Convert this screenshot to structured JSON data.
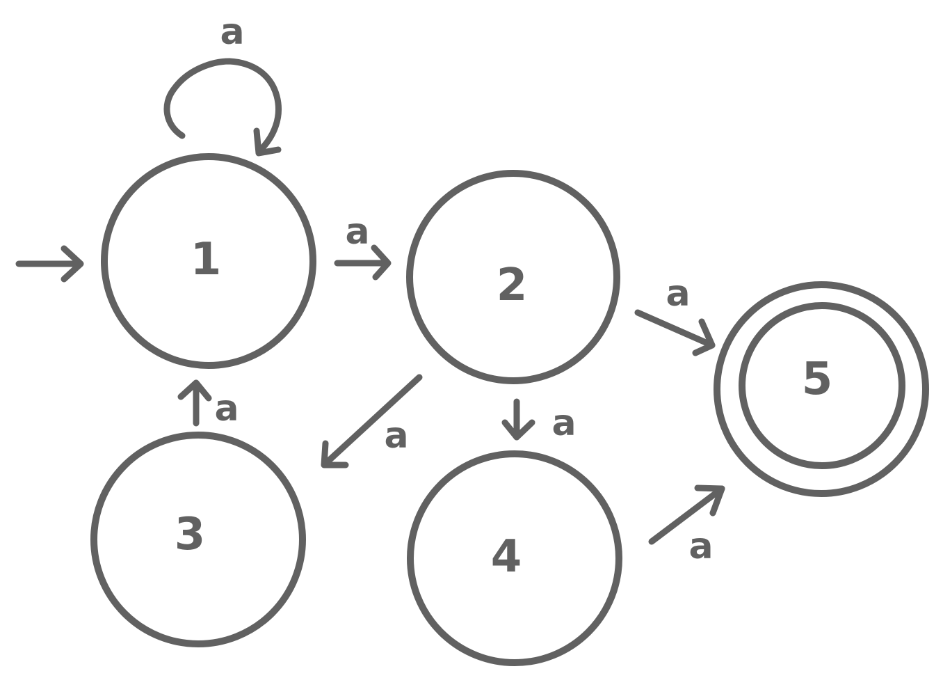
{
  "colors": {
    "ink": "#616161",
    "background": "#ffffff"
  },
  "states": [
    {
      "id": "1",
      "label": "1",
      "initial": true,
      "accepting": false
    },
    {
      "id": "2",
      "label": "2",
      "initial": false,
      "accepting": false
    },
    {
      "id": "3",
      "label": "3",
      "initial": false,
      "accepting": false
    },
    {
      "id": "4",
      "label": "4",
      "initial": false,
      "accepting": false
    },
    {
      "id": "5",
      "label": "5",
      "initial": false,
      "accepting": true
    }
  ],
  "transitions": [
    {
      "from": "1",
      "to": "1",
      "label": "a"
    },
    {
      "from": "1",
      "to": "2",
      "label": "a"
    },
    {
      "from": "2",
      "to": "5",
      "label": "a"
    },
    {
      "from": "2",
      "to": "3",
      "label": "a"
    },
    {
      "from": "2",
      "to": "4",
      "label": "a"
    },
    {
      "from": "3",
      "to": "1",
      "label": "a"
    },
    {
      "from": "4",
      "to": "5",
      "label": "a"
    }
  ]
}
